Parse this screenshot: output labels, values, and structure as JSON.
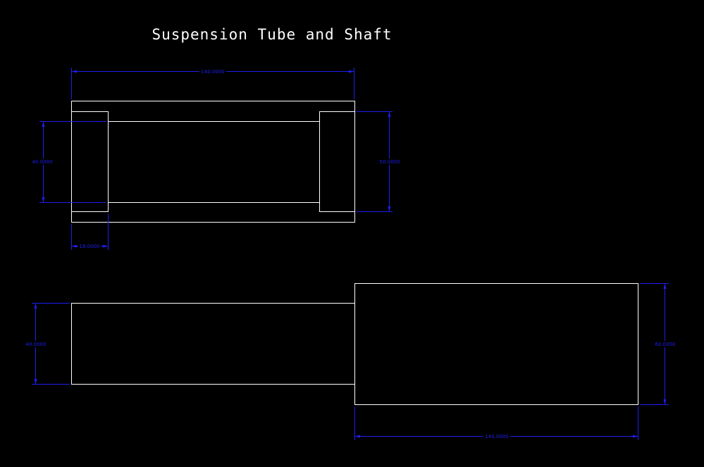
{
  "drawing": {
    "title": "Suspension Tube and Shaft",
    "colors": {
      "background": "#000000",
      "geometry": "#ffffff",
      "dimensions": "#1e1ef0"
    }
  },
  "tube_view": {
    "overall_length": "140.0000",
    "inner_height": "40.0000",
    "outer_height": "50.0000",
    "end_width": "18.0000"
  },
  "shaft_view": {
    "small_diameter": "40.0000",
    "large_diameter": "60.0000",
    "large_length": "140.0000"
  }
}
